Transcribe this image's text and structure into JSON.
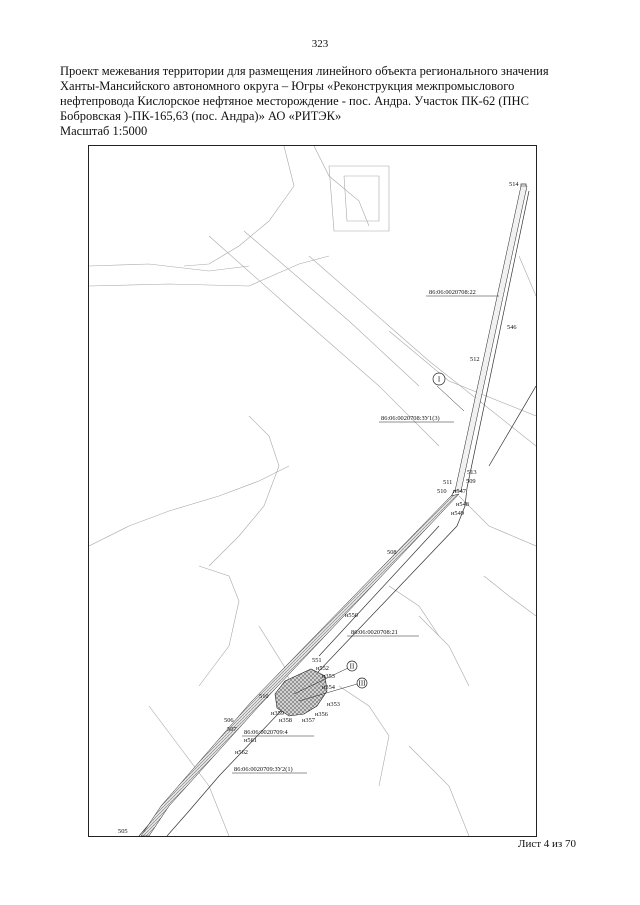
{
  "page_number": "323",
  "title_lines": [
    "Проект межевания  территории для размещения линейного объекта регионального значения",
    "Ханты-Мансийского автономного округа – Югры  «Реконструкция межпромыслового",
    "нефтепровода Кислорское нефтяное месторождение - пос. Андра. Участок ПК-62 (ПНС",
    "Бобровская )-ПК-165,63 (пос. Андра)» АО «РИТЭК»"
  ],
  "scale_label": "Масштаб 1:5000",
  "sheet_label": "Лист 4 из 70",
  "map": {
    "cadastral_labels": [
      "86:06:0020708:22",
      "86:06:0020708:ЗУ1(3)",
      "86:06:0020708:21",
      "86:06:0020709:4",
      "86:06:0020709:ЗУ2(1)"
    ],
    "circle_markers": [
      "I",
      "II",
      "III"
    ],
    "point_labels": [
      "514",
      "546",
      "512",
      "513",
      "511",
      "509",
      "510",
      "н547",
      "н548",
      "н549",
      "508",
      "н550",
      "551",
      "н552",
      "н353",
      "н354",
      "н353",
      "н356",
      "н357",
      "н358",
      "н359",
      "510",
      "506",
      "507",
      "н561",
      "н562",
      "505"
    ],
    "colors": {
      "boundary": "#111111",
      "contour": "#9a9a9a",
      "hatch_fill": "#cfcfcf"
    }
  }
}
